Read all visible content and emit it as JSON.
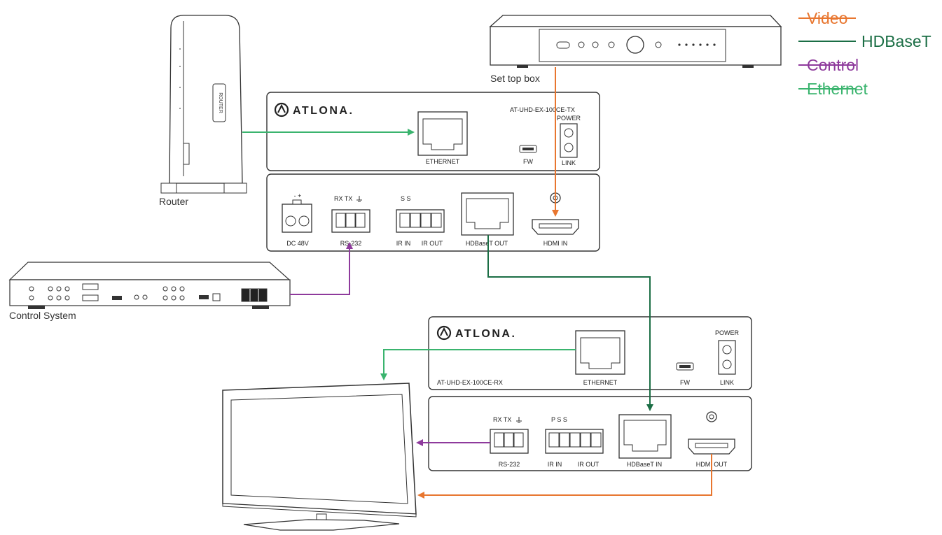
{
  "colors": {
    "video": "#e8762f",
    "hdbaset": "#1b6e45",
    "control": "#8e3a9c",
    "ethernet": "#3ab46e",
    "device_stroke": "#333333"
  },
  "legend": [
    {
      "key": "video",
      "label": "Video",
      "struck": true
    },
    {
      "key": "hdbaset",
      "label": "HDBaseT",
      "struck": false
    },
    {
      "key": "control",
      "label": "Control",
      "struck": true
    },
    {
      "key": "ethernet",
      "label": "Ethernet",
      "struck": true
    }
  ],
  "devices": {
    "set_top_box": "Set top box",
    "router": "Router",
    "router_case_text": "ROUTER",
    "control_system": "Control System"
  },
  "tx": {
    "brand": "ATLONA.",
    "model": "AT-UHD-EX-100CE-TX",
    "ethernet": "ETHERNET",
    "fw": "FW",
    "power": "POWER",
    "link": "LINK",
    "dc": "DC 48V",
    "dc_pins": "-   +",
    "rs232": "RS-232",
    "rs232_pins": "RX TX",
    "ir_pins": "S          S",
    "ir_in": "IR IN",
    "ir_out": "IR OUT",
    "hdbaset_out": "HDBaseT OUT",
    "hdmi_in": "HDMI IN"
  },
  "rx": {
    "brand": "ATLONA.",
    "model": "AT-UHD-EX-100CE-RX",
    "ethernet": "ETHERNET",
    "fw": "FW",
    "power": "POWER",
    "link": "LINK",
    "rs232": "RS-232",
    "rs232_pins": "RX TX",
    "ir_pins": "P  S         S",
    "ir_in": "IR IN",
    "ir_out": "IR OUT",
    "hdbaset_in": "HDBaseT IN",
    "hdmi_out": "HDMI OUT"
  }
}
